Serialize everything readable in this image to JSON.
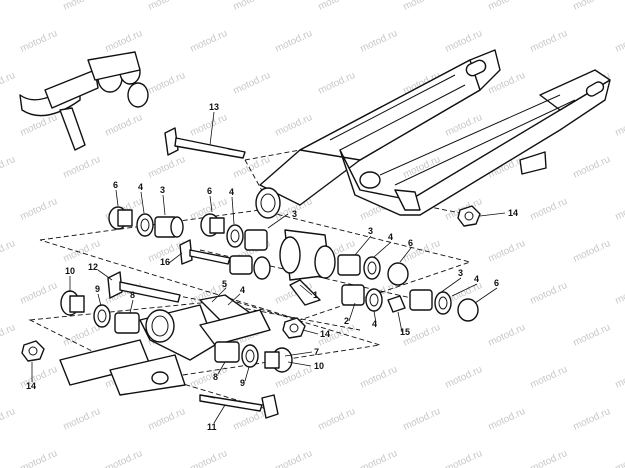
{
  "watermark": "motod.ru",
  "callouts": {
    "c1": "1",
    "c2": "2",
    "c3": "3",
    "c4": "4",
    "c5": "5",
    "c6": "6",
    "c7": "7",
    "c8": "8",
    "c9": "9",
    "c10": "10",
    "c11": "11",
    "c12": "12",
    "c13": "13",
    "c14": "14",
    "c15": "15",
    "c16": "16"
  }
}
